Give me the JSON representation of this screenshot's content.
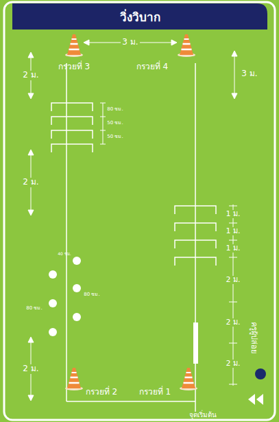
{
  "diagram": {
    "title": "วิ่งวิบาก",
    "labels": [
      "3 ม.",
      "2 ม.",
      "กรวยที่ 3",
      "กรวยที่ 4",
      "3 ม.",
      "80 ซม.",
      "50 ซม.",
      "50 ซม.",
      "2 ม.",
      "1 ม.",
      "1 ม.",
      "1 ม.",
      "40 ซม.",
      "80 ซม.",
      "80 ซม.",
      "2 ม.",
      "2 ม.",
      "ครูผู้ปล่อย",
      "2 ม.",
      "2 ม.",
      "กรวยที่ 2",
      "กรวยที่ 1",
      "จุดเริ่มต้น"
    ]
  }
}
